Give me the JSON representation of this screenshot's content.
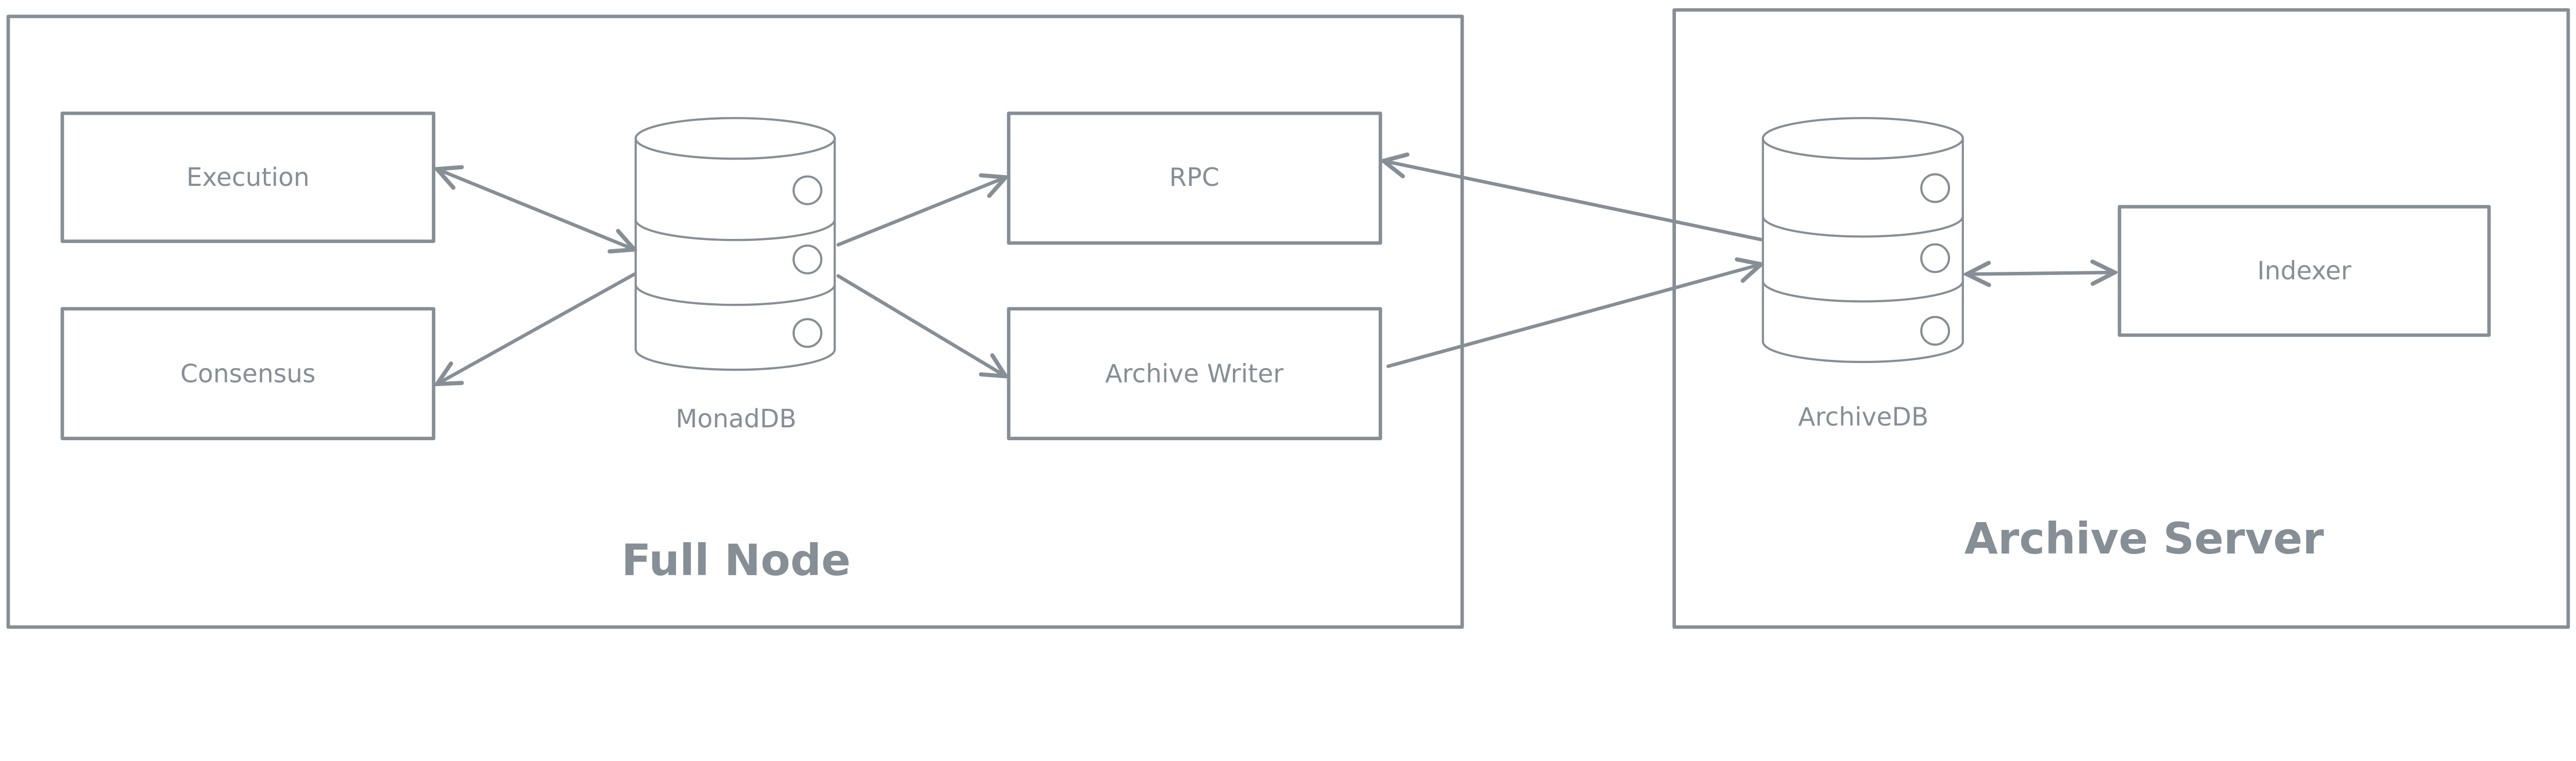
{
  "colors": {
    "stroke": "#868e96",
    "background": "#ffffff"
  },
  "groups": {
    "full_node": "Full Node",
    "archive_server": "Archive Server"
  },
  "nodes": {
    "execution": "Execution",
    "consensus": "Consensus",
    "monaddb": "MonadDB",
    "rpc": "RPC",
    "archive_writer": "Archive Writer",
    "archivedb": "ArchiveDB",
    "indexer": "Indexer"
  },
  "edges": [
    {
      "from": "Execution",
      "to": "MonadDB",
      "bidirectional": true
    },
    {
      "from": "MonadDB",
      "to": "Consensus"
    },
    {
      "from": "MonadDB",
      "to": "RPC"
    },
    {
      "from": "MonadDB",
      "to": "Archive Writer"
    },
    {
      "from": "ArchiveDB",
      "to": "RPC"
    },
    {
      "from": "Archive Writer",
      "to": "ArchiveDB"
    },
    {
      "from": "ArchiveDB",
      "to": "Indexer",
      "bidirectional": true
    }
  ]
}
